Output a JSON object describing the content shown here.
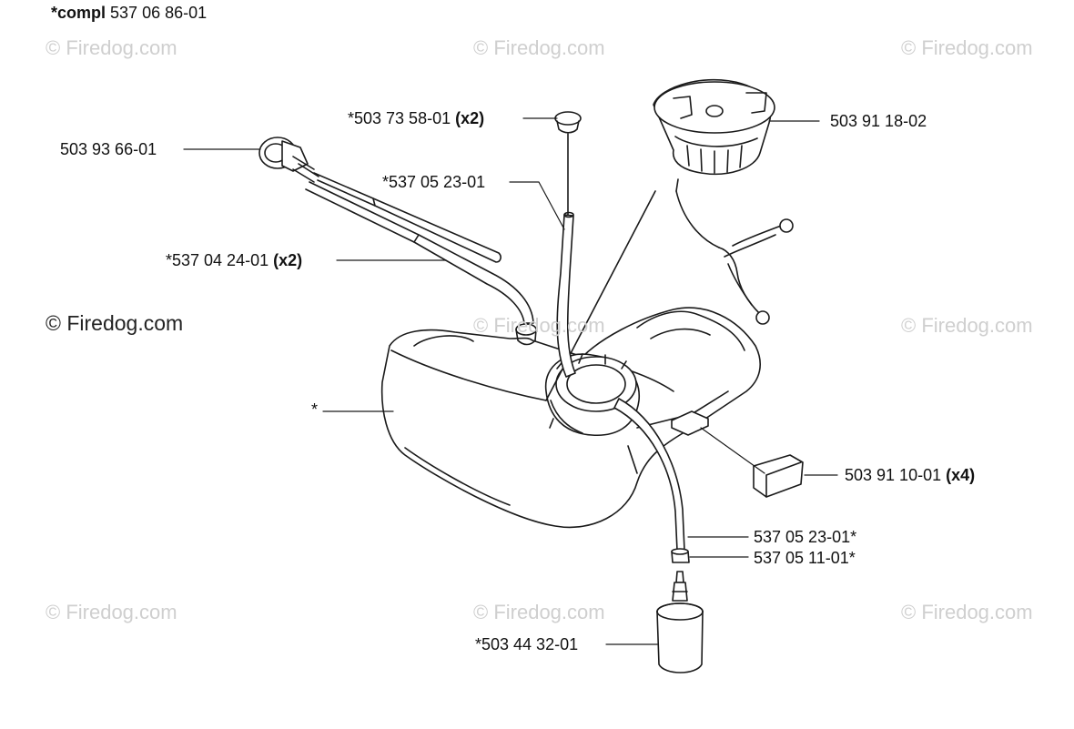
{
  "title": {
    "prefix": "*compl",
    "number": "537 06 86-01"
  },
  "watermark": "© Firedog.com",
  "parts": [
    {
      "id": "grommet",
      "number": "*503 73 58-01",
      "qty": "(x2)"
    },
    {
      "id": "tank-cap",
      "number": "503 91 18-02",
      "qty": ""
    },
    {
      "id": "purge-bulb",
      "number": "503 93 66-01",
      "qty": ""
    },
    {
      "id": "fuel-hose-upper",
      "number": "*537 05 23-01",
      "qty": ""
    },
    {
      "id": "fuel-hose-pair",
      "number": "*537 04 24-01",
      "qty": "(x2)"
    },
    {
      "id": "fuel-tank",
      "number": "*",
      "qty": ""
    },
    {
      "id": "rubber-pad",
      "number": "503 91 10-01",
      "qty": "(x4)"
    },
    {
      "id": "fuel-hose-lower",
      "number": "537 05 23-01*",
      "qty": ""
    },
    {
      "id": "hose-clamp",
      "number": "537 05 11-01*",
      "qty": ""
    },
    {
      "id": "fuel-filter",
      "number": "*503 44 32-01",
      "qty": ""
    }
  ]
}
